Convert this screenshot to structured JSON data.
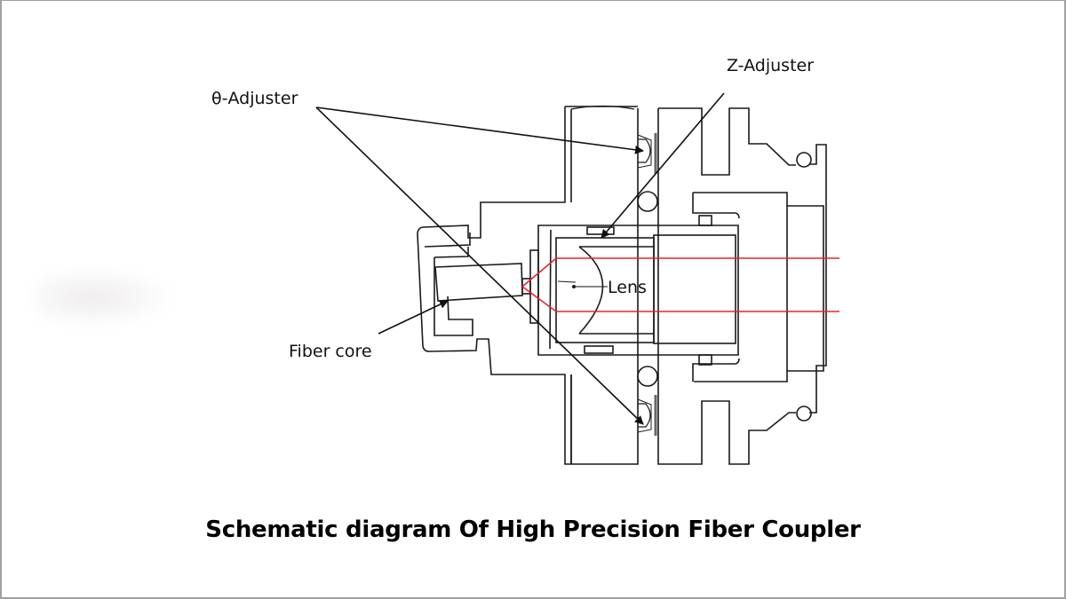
{
  "diagram": {
    "caption": "Schematic diagram Of High Precision Fiber Coupler",
    "labels": {
      "theta_adjuster": "θ-Adjuster",
      "z_adjuster": "Z-Adjuster",
      "lens": "Lens",
      "fiber_core": "Fiber core"
    },
    "colors": {
      "outline": "#1a1a1a",
      "beam": "#e8232a",
      "border": "#a0a0a0",
      "background": "#ffffff"
    }
  }
}
